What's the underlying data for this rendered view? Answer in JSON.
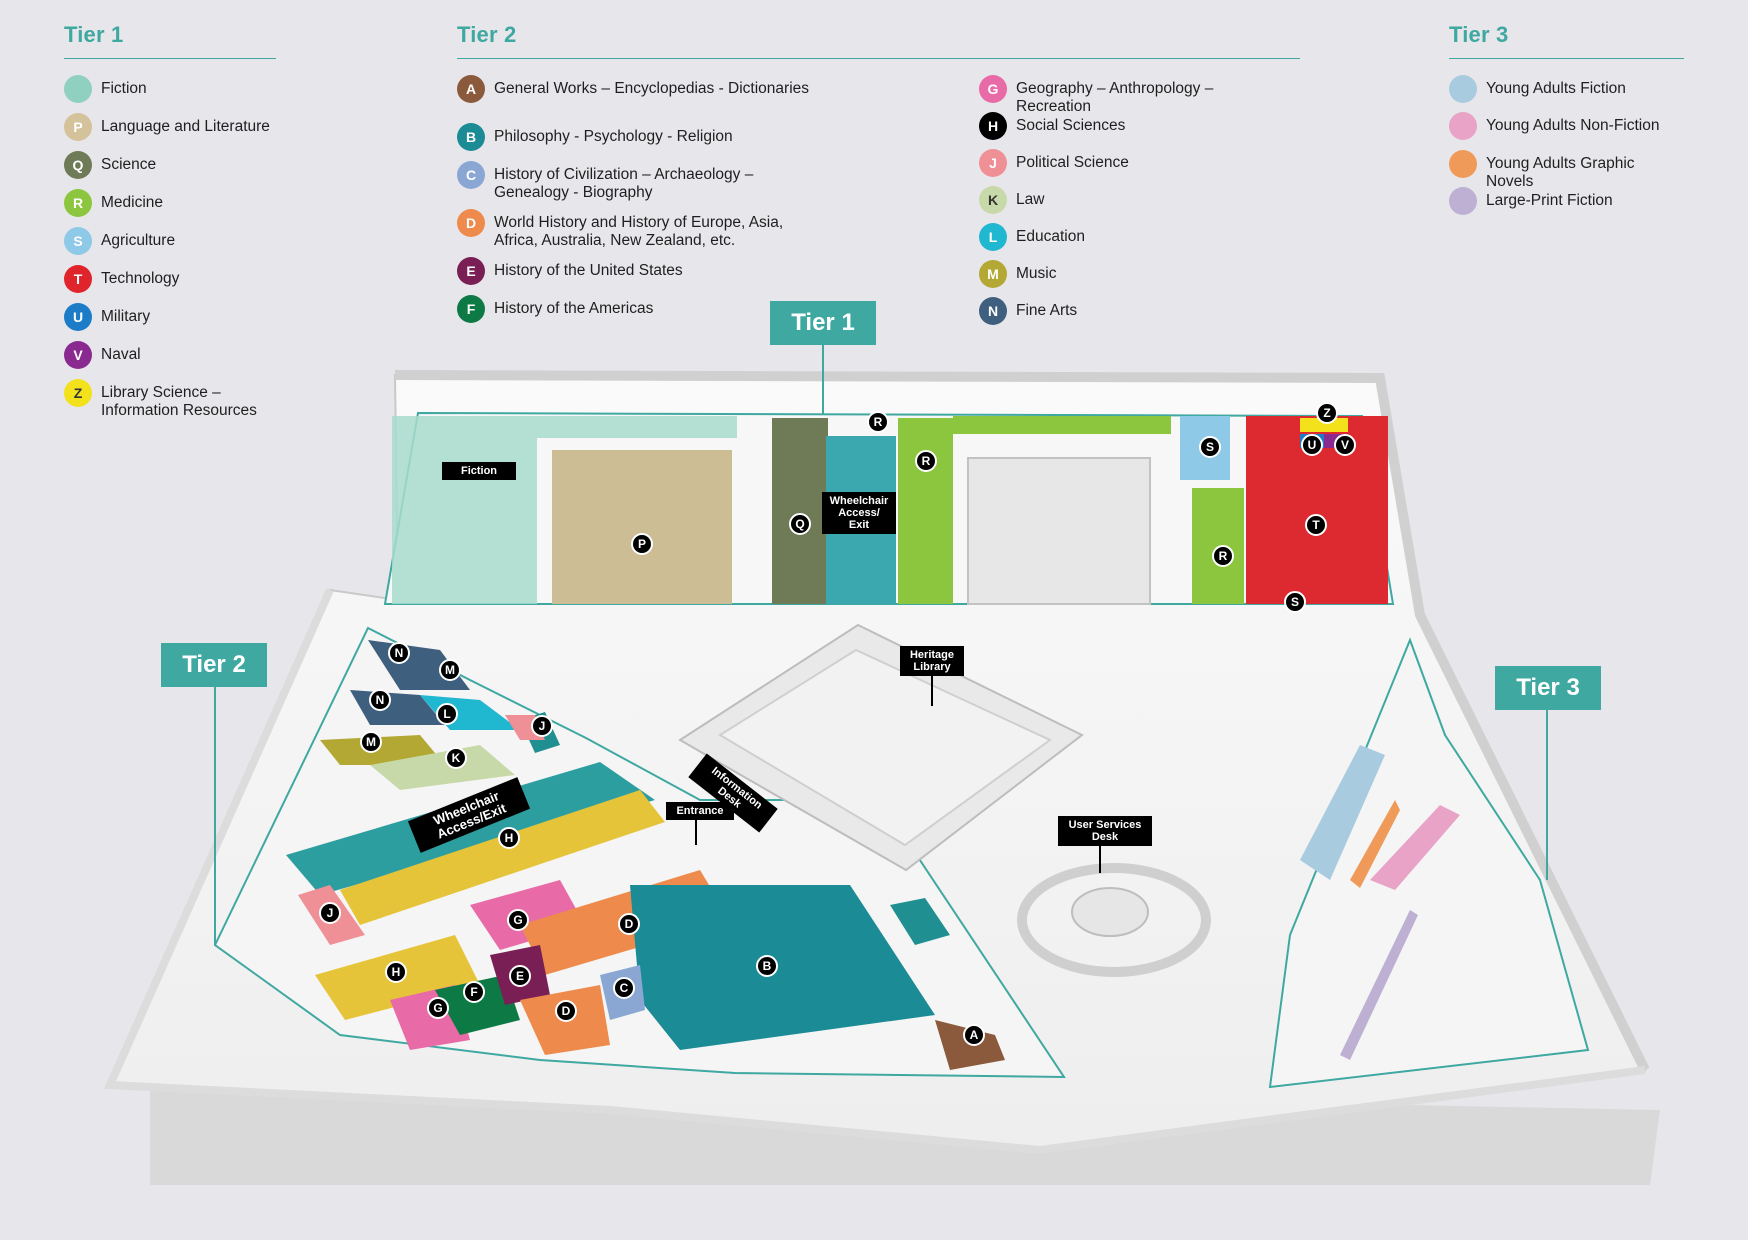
{
  "legend": {
    "tier1": {
      "title": "Tier 1",
      "items": [
        {
          "letter": "",
          "label": "Fiction",
          "color": "#8fd0c0"
        },
        {
          "letter": "P",
          "label": "Language and Literature",
          "color": "#d3c29a"
        },
        {
          "letter": "Q",
          "label": "Science",
          "color": "#6f7a56"
        },
        {
          "letter": "R",
          "label": "Medicine",
          "color": "#8cc63f"
        },
        {
          "letter": "S",
          "label": "Agriculture",
          "color": "#8ec9e8"
        },
        {
          "letter": "T",
          "label": "Technology",
          "color": "#e0242b"
        },
        {
          "letter": "U",
          "label": "Military",
          "color": "#1c7cc7"
        },
        {
          "letter": "V",
          "label": "Naval",
          "color": "#8a2a91"
        },
        {
          "letter": "Z",
          "label": "Library Science – Information Resources",
          "color": "#f3e21b"
        }
      ]
    },
    "tier2_left": {
      "title": "Tier 2",
      "items": [
        {
          "letter": "A",
          "label": "General Works – Encyclopedias - Dictionaries",
          "color": "#8b5a3c"
        },
        {
          "letter": "B",
          "label": "Philosophy - Psychology - Religion",
          "color": "#1b8b96"
        },
        {
          "letter": "C",
          "label": "History of Civilization – Archaeology – Genealogy - Biography",
          "color": "#8aa7d3"
        },
        {
          "letter": "D",
          "label": "World History and History of Europe, Asia, Africa, Australia, New Zealand, etc.",
          "color": "#ee8a4c"
        },
        {
          "letter": "E",
          "label": "History of the United States",
          "color": "#7a1f55"
        },
        {
          "letter": "F",
          "label": "History of the Americas",
          "color": "#0d7a46"
        }
      ]
    },
    "tier2_right": {
      "items": [
        {
          "letter": "G",
          "label": "Geography – Anthropology – Recreation",
          "color": "#e86aa6"
        },
        {
          "letter": "H",
          "label": "Social Sciences",
          "color": "#000000"
        },
        {
          "letter": "J",
          "label": "Political Science",
          "color": "#ef9097"
        },
        {
          "letter": "K",
          "label": "Law",
          "color": "#c7d9a8"
        },
        {
          "letter": "L",
          "label": "Education",
          "color": "#20b7d1"
        },
        {
          "letter": "M",
          "label": "Music",
          "color": "#b2a833"
        },
        {
          "letter": "N",
          "label": "Fine Arts",
          "color": "#3f5f7f"
        }
      ]
    },
    "tier3": {
      "title": "Tier 3",
      "items": [
        {
          "letter": "",
          "label": "Young Adults Fiction",
          "color": "#a9cbe0"
        },
        {
          "letter": "",
          "label": "Young Adults Non-Fiction",
          "color": "#e8a3c7"
        },
        {
          "letter": "",
          "label": "Young Adults Graphic Novels",
          "color": "#f09a59"
        },
        {
          "letter": "",
          "label": "Large-Print Fiction",
          "color": "#bdb0d3"
        }
      ]
    }
  },
  "map": {
    "tier_tags": {
      "tier1": "Tier 1",
      "tier2": "Tier 2",
      "tier3": "Tier 3"
    },
    "labels": {
      "fiction": "Fiction",
      "wheelchair_tier1": "Wheelchair Access/ Exit",
      "wheelchair_tier2": "Wheelchair Access/Exit",
      "heritage": "Heritage Library",
      "info_desk": "Information Desk",
      "entrance": "Entrance",
      "user_services": "User Services Desk"
    },
    "markers": {
      "tier1": [
        "R",
        "R",
        "S",
        "Z",
        "U",
        "V",
        "Q",
        "P",
        "T",
        "R",
        "S"
      ],
      "tier2": [
        "N",
        "M",
        "N",
        "L",
        "J",
        "M",
        "K",
        "H",
        "J",
        "G",
        "D",
        "H",
        "E",
        "F",
        "G",
        "C",
        "D",
        "B",
        "A"
      ]
    },
    "colors": {
      "teal": "#3ea8a1",
      "floor": "#f4f4f4",
      "wall": "#d8d8d8"
    }
  }
}
